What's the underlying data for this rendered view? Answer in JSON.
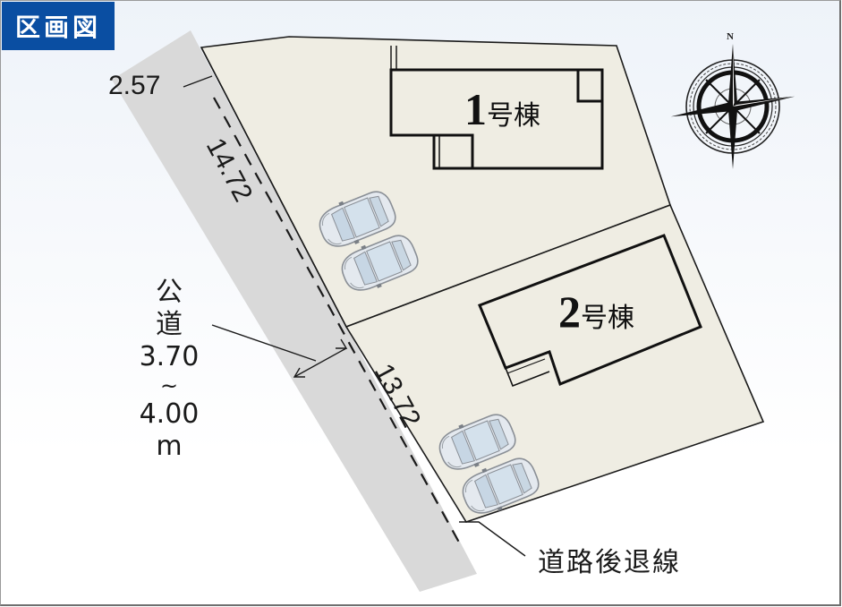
{
  "header": {
    "title": "区画図"
  },
  "colors": {
    "title_bg": "#0a4ea2",
    "title_text": "#ffffff",
    "lot_fill": "#efede3",
    "road_fill": "#d9d9d9",
    "outline": "#1a1a1a",
    "car_body": "#dfe6ee"
  },
  "compass": {
    "north_label": "N"
  },
  "buildings": [
    {
      "id": "building-1",
      "number": "1",
      "suffix": "号棟"
    },
    {
      "id": "building-2",
      "number": "2",
      "suffix": "号棟"
    }
  ],
  "dimensions": {
    "top_corner": "2.57",
    "lot1_frontage": "14.72",
    "lot2_frontage": "13.72"
  },
  "road": {
    "type_line1": "公",
    "type_line2": "道",
    "width_min": "3.70",
    "range_mark": "~",
    "width_max": "4.00",
    "unit": "m"
  },
  "setback": {
    "label": "道路後退線"
  },
  "parking": {
    "lot1_spaces": 2,
    "lot2_spaces": 2
  }
}
